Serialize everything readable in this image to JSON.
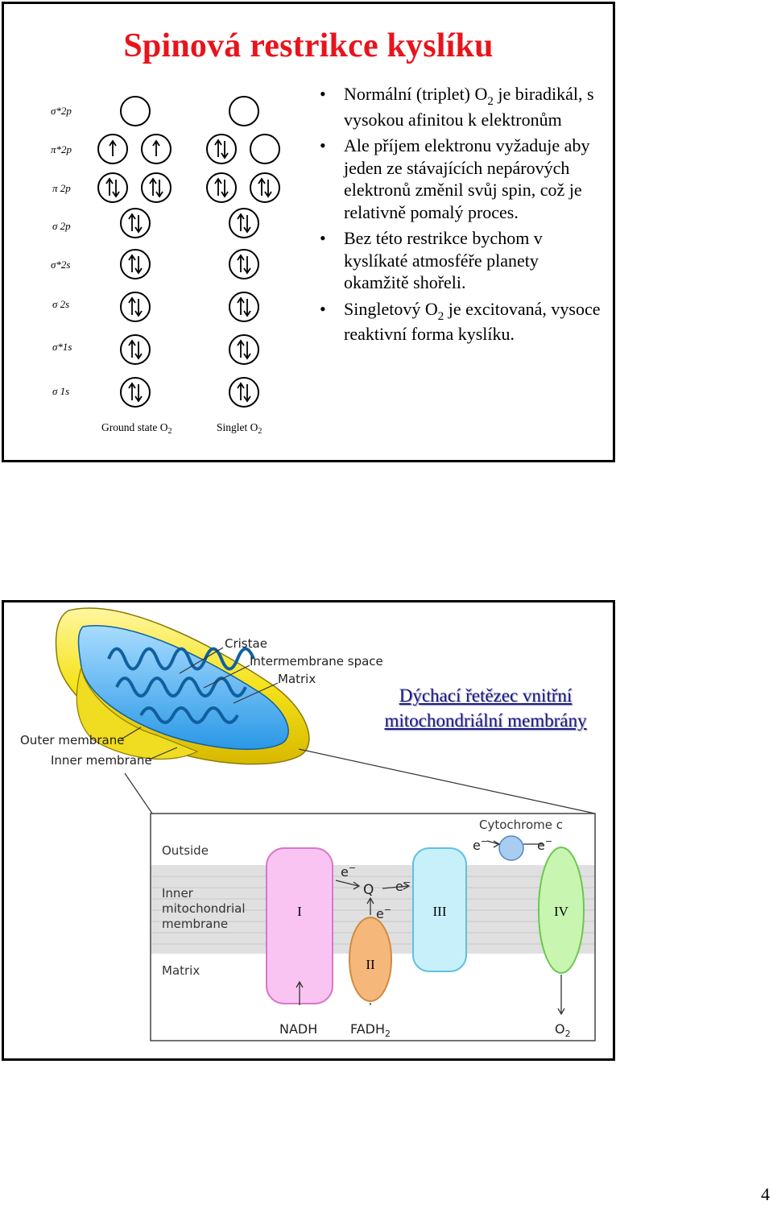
{
  "slide1": {
    "title": "Spinová restrikce kyslíku",
    "orbital_labels": [
      "σ*2p",
      "π*2p",
      "π 2p",
      "σ 2p",
      "σ*2s",
      "σ 2s",
      "σ*1s",
      "σ 1s"
    ],
    "ground_caption": "Ground state O",
    "singlet_caption": "Singlet O",
    "caption_subscript": "2",
    "bullets": [
      {
        "pre": "Normální (triplet) O",
        "sub": "2",
        "post": " je biradikál, s vysokou afinitou k elektronům"
      },
      {
        "pre": "Ale příjem elektronu vyžaduje aby jeden ze stávajících nepárových elektronů změnil svůj spin, což je relativně pomalý proces.",
        "sub": "",
        "post": ""
      },
      {
        "pre": "Bez této restrikce bychom v kyslíkaté atmosféře planety okamžitě shořeli.",
        "sub": "",
        "post": ""
      },
      {
        "pre": "Singletový O",
        "sub": "2",
        "post": " je excitovaná, vysoce reaktivní forma kyslíku."
      }
    ]
  },
  "slide2": {
    "title": "Dýchací řetězec vnitřní mitochondriální membrány",
    "mito_labels": {
      "cristae": "Cristae",
      "intermembrane": "Intermembrane space",
      "matrix": "Matrix",
      "outer": "Outer membrane",
      "inner": "Inner membrane"
    },
    "chain": {
      "outside": "Outside",
      "inner_line1": "Inner",
      "inner_line2": "mitochondrial",
      "inner_line3": "membrane",
      "matrix": "Matrix",
      "cytochrome": "Cytochrome c",
      "electron": "e",
      "electron_sup": "−",
      "quinone": "Q",
      "complex1": "I",
      "complex2": "II",
      "complex3": "III",
      "complex4": "IV",
      "nadh": "NADH",
      "fadh2": "FADH",
      "fadh2_sub": "2",
      "o2": "O",
      "o2_sub": "2"
    }
  },
  "page_number": "4"
}
